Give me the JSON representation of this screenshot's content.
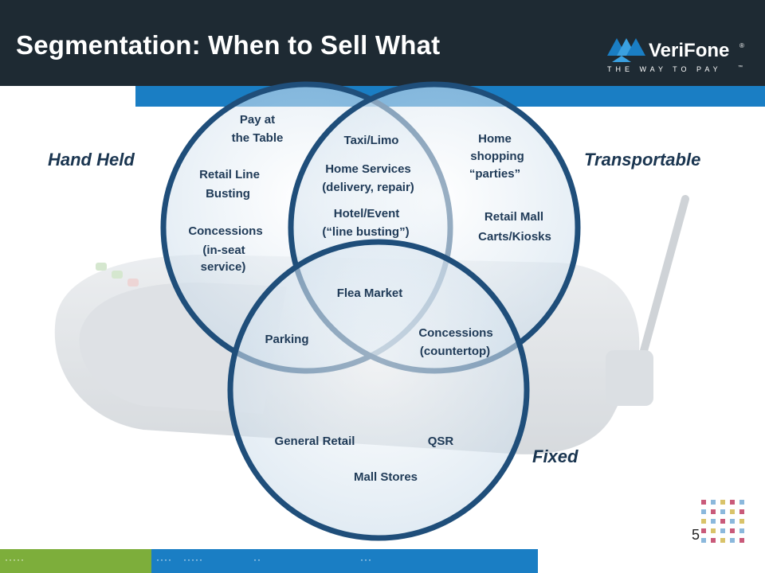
{
  "slide": {
    "title": "Segmentation: When to Sell What",
    "page_number": "5"
  },
  "logo": {
    "name": "VeriFone",
    "registered": "®",
    "tagline": "THE WAY TO PAY",
    "trademark": "™"
  },
  "categories": {
    "hand_held": "Hand Held",
    "transportable": "Transportable",
    "fixed": "Fixed"
  },
  "segments": {
    "pay_at_table_1": "Pay at",
    "pay_at_table_2": "the Table",
    "retail_line_1": "Retail Line",
    "retail_line_2": "Busting",
    "concessions_seat_1": "Concessions",
    "concessions_seat_2": "(in-seat",
    "concessions_seat_3": "service)",
    "taxi": "Taxi/Limo",
    "home_services_1": "Home Services",
    "home_services_2": "(delivery, repair)",
    "hotel_1": "Hotel/Event",
    "hotel_2": "(“line busting”)",
    "home_shopping_1": "Home",
    "home_shopping_2": "shopping",
    "home_shopping_3": "“parties”",
    "retail_mall_1": "Retail Mall",
    "retail_mall_2": "Carts/Kiosks",
    "flea_market": "Flea Market",
    "parking": "Parking",
    "concessions_counter_1": "Concessions",
    "concessions_counter_2": "(countertop)",
    "general_retail": "General Retail",
    "qsr": "QSR",
    "mall_stores": "Mall Stores"
  },
  "colors": {
    "header": "#1e2a33",
    "accent_blue": "#1a7ec4",
    "accent_green": "#7dae3b",
    "circle_stroke": "#1f4e7a",
    "label_text": "#1f3a57",
    "category_text": "#1a3550"
  },
  "icons": {
    "terminal_background": "payment-terminal-photo",
    "decorative_grid": "color-dot-grid"
  }
}
